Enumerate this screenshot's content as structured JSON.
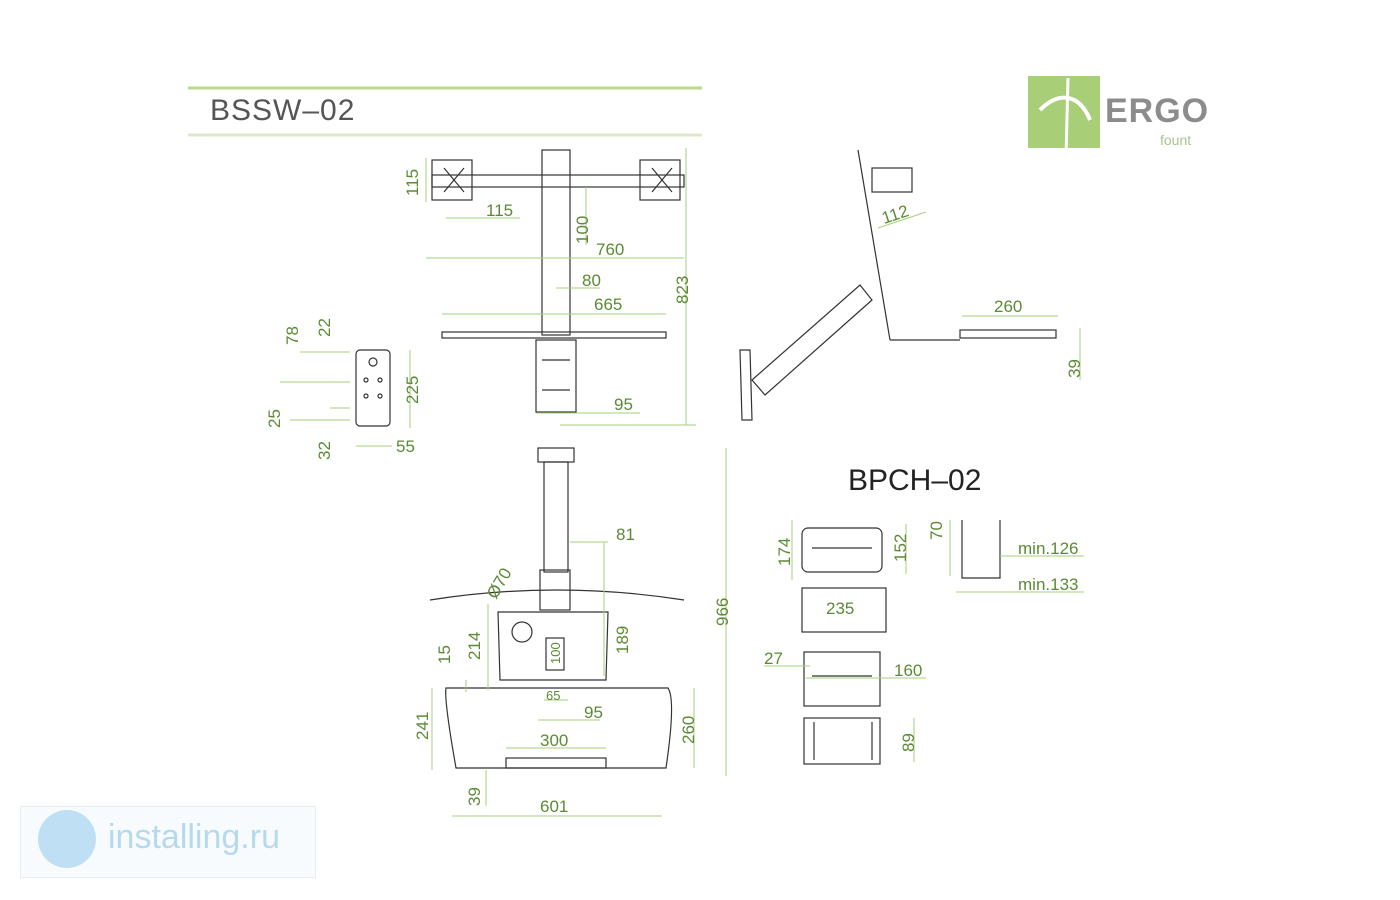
{
  "titles": {
    "main_model": "BSSW–02",
    "holder_model": "BPCH–02"
  },
  "logo": {
    "brand": "ERGO",
    "sub": "fount",
    "color": "#a8cf78"
  },
  "watermark": {
    "text": "installing.ru",
    "icon": "installing-logo-icon"
  },
  "colors": {
    "dimension_lines": "#a6cf7e",
    "dimension_text": "#5c8a34",
    "outline": "#333333",
    "header_rule": "#b8d98f"
  },
  "dimensions": {
    "front": {
      "vesa_h": "115",
      "vesa_w": "115",
      "pole_to_bar": "100",
      "bar_width": "760",
      "shelf_offset": "80",
      "shelf_width": "665",
      "overall_height": "823",
      "clamp_width": "95"
    },
    "bracket": {
      "top_offset": "78",
      "hole_offset": "22",
      "height": "225",
      "bottom_offset": "25",
      "bottom_gap": "32",
      "width": "55"
    },
    "side": {
      "tilt": "112",
      "tray_depth": "260",
      "tray_height": "39"
    },
    "top": {
      "pole_offset": "81",
      "pole_diameter": "Ø70",
      "cutout_height": "189",
      "platform_depth": "214",
      "edge": "15",
      "slot": "100",
      "slot_width": "65",
      "base_width": "95",
      "overall": "966",
      "tray_depth": "241",
      "keyboard_depth": "260",
      "pad_width": "300",
      "lip": "39",
      "tray_width": "601"
    },
    "holder": {
      "height_outer": "174",
      "height_inner": "152",
      "width": "235",
      "clip_h": "70",
      "min_inner": "min.126",
      "min_outer": "min.133",
      "tab": "27",
      "depth": "160",
      "base": "89"
    }
  }
}
